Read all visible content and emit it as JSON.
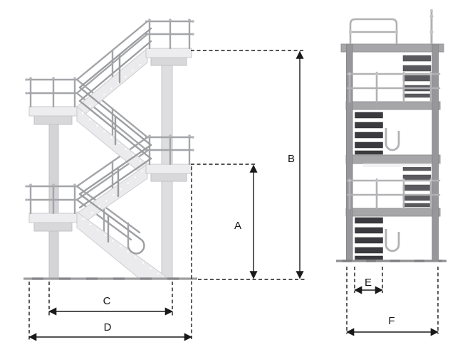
{
  "dimension_labels": {
    "a": "A",
    "b": "B",
    "c": "C",
    "d": "D",
    "e": "E",
    "f": "F"
  },
  "colors": {
    "background": "#ffffff",
    "dimension_ink": "#1a1a1a",
    "left_render_band": "#ebebee",
    "left_render_rail": "#a4a5a8",
    "left_render_column": "#d4d4d7",
    "left_ground_line": "#9d9d9f",
    "right_render_frame": "#97979a",
    "right_render_rail": "#b2b2b5",
    "right_render_step_dark": "#3b3b3f",
    "right_render_step_light": "#5a5a5e",
    "right_ground_line": "#8f8f92"
  }
}
